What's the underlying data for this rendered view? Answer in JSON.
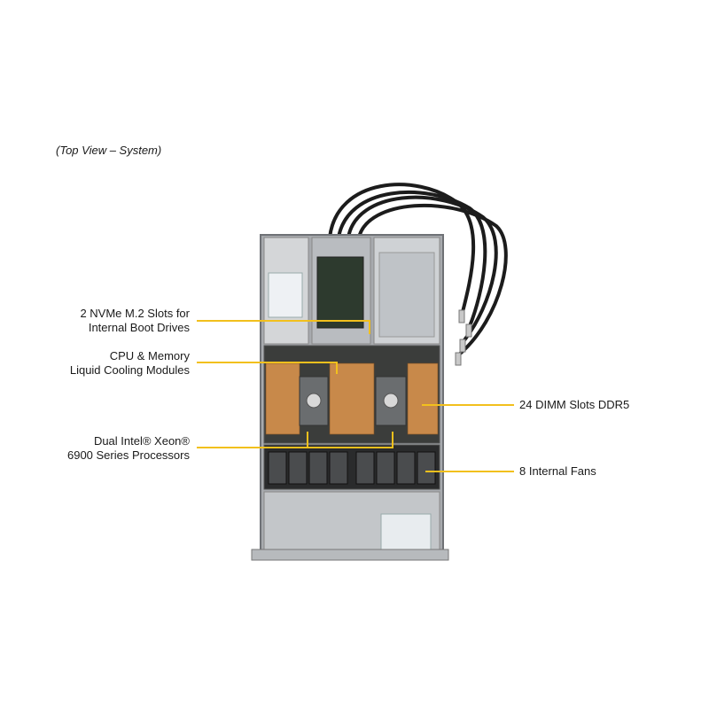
{
  "caption": "(Top View – System)",
  "callouts": {
    "nvme": [
      "2 NVMe M.2 Slots for",
      "Internal Boot Drives"
    ],
    "cooling": [
      "CPU & Memory",
      "Liquid Cooling Modules"
    ],
    "processors": [
      "Dual Intel® Xeon®",
      "6900 Series Processors"
    ],
    "dimm": [
      "24 DIMM Slots DDR5"
    ],
    "fans": [
      "8 Internal Fans"
    ]
  },
  "colors": {
    "callout_line": "#f2c01d",
    "chassis": "#9a9ea3",
    "heatsink_copper": "#c8894a",
    "tubing": "#1c1c1c"
  }
}
